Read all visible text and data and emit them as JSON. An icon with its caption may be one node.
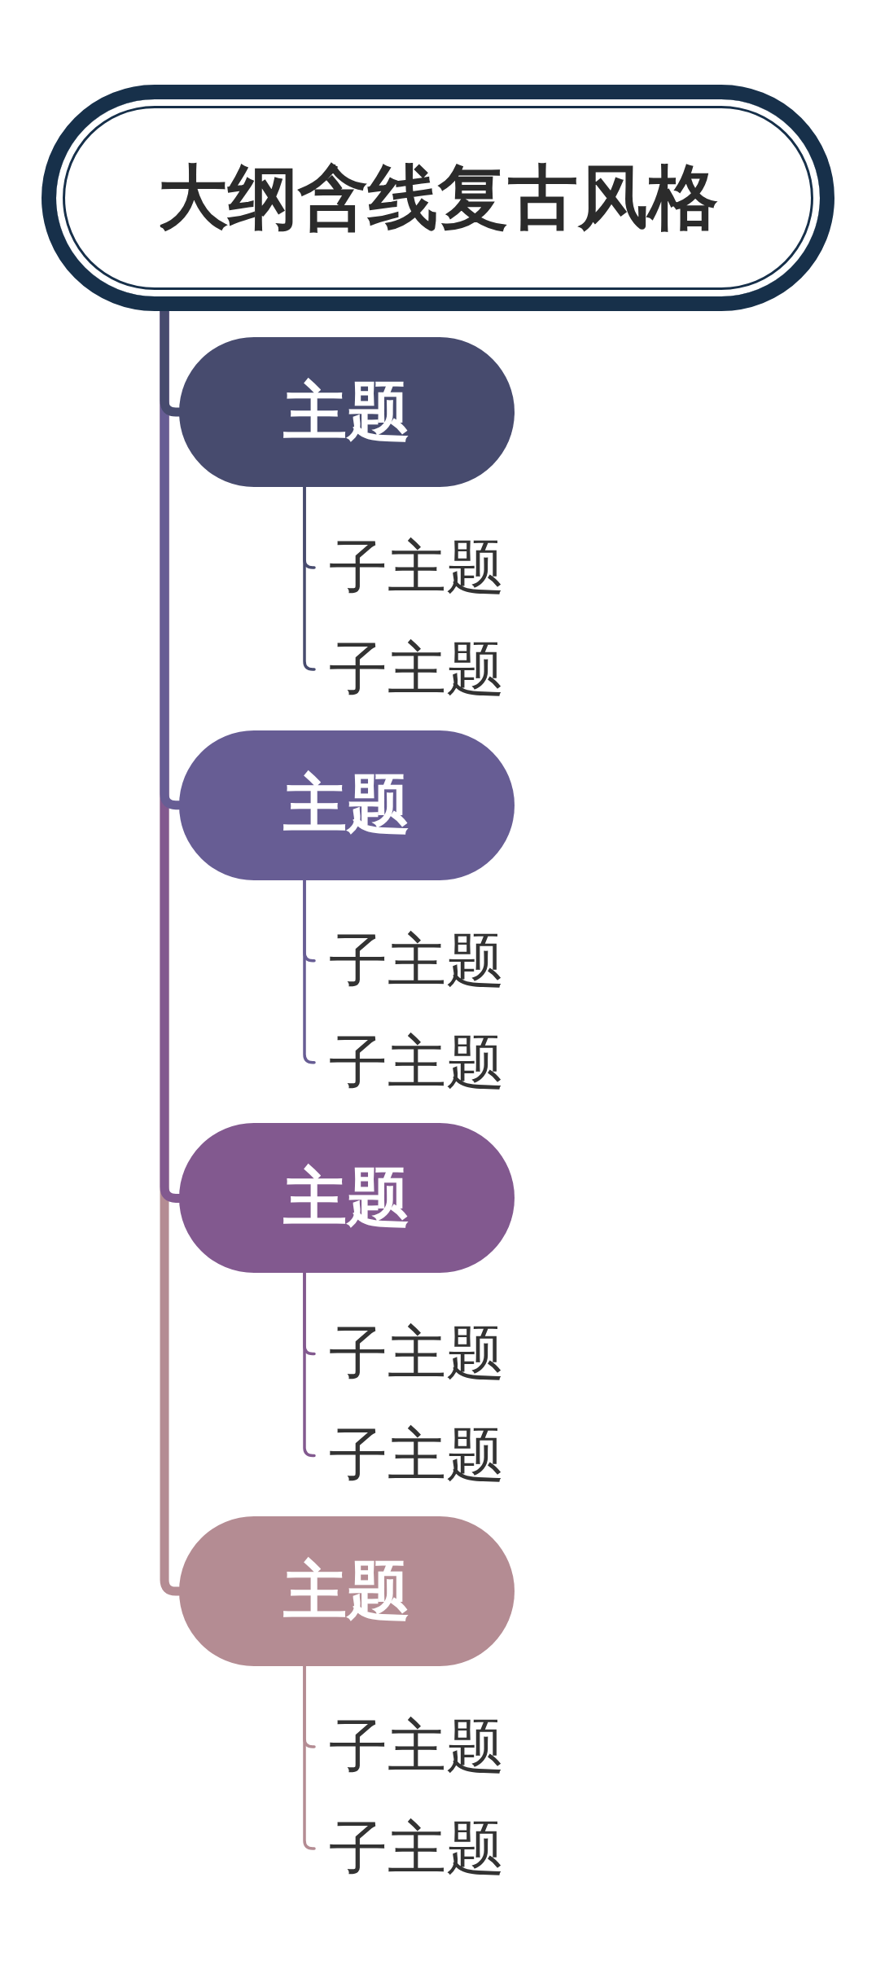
{
  "diagram": {
    "nodes": [
      {
        "text": [
          "大纲含线复古风格"
        ]
      },
      {
        "text": [
          "主题"
        ]
      },
      {
        "text": [
          "子主题"
        ]
      },
      {
        "text": [
          "子主题"
        ]
      },
      {
        "text": [
          "主题"
        ]
      },
      {
        "text": [
          "子主题"
        ]
      },
      {
        "text": [
          "子主题"
        ]
      },
      {
        "text": [
          "主题"
        ]
      },
      {
        "text": [
          "子主题"
        ]
      },
      {
        "text": [
          "子主题"
        ]
      },
      {
        "text": [
          "主题"
        ]
      },
      {
        "text": [
          "子主题"
        ]
      },
      {
        "text": [
          "子主题"
        ]
      }
    ],
    "edges": [
      {
        "from": 0,
        "to": 1,
        "arrow": "none",
        "style": "thick",
        "color": "#474b6e"
      },
      {
        "from": 1,
        "to": 2,
        "arrow": "none",
        "color": "#474b6e"
      },
      {
        "from": 1,
        "to": 3,
        "arrow": "none",
        "color": "#474b6e"
      },
      {
        "from": 0,
        "to": 4,
        "arrow": "none",
        "style": "thick",
        "color": "#675d94"
      },
      {
        "from": 4,
        "to": 5,
        "arrow": "none",
        "color": "#675d94"
      },
      {
        "from": 4,
        "to": 6,
        "arrow": "none",
        "color": "#675d94"
      },
      {
        "from": 0,
        "to": 7,
        "arrow": "none",
        "style": "thick",
        "color": "#82598f"
      },
      {
        "from": 7,
        "to": 8,
        "arrow": "none",
        "color": "#82598f"
      },
      {
        "from": 7,
        "to": 9,
        "arrow": "none",
        "color": "#82598f"
      },
      {
        "from": 0,
        "to": 10,
        "arrow": "none",
        "style": "thick",
        "color": "#b48c93"
      },
      {
        "from": 10,
        "to": 11,
        "arrow": "none",
        "color": "#b48c93"
      },
      {
        "from": 10,
        "to": 12,
        "arrow": "none",
        "color": "#b48c93"
      }
    ]
  }
}
